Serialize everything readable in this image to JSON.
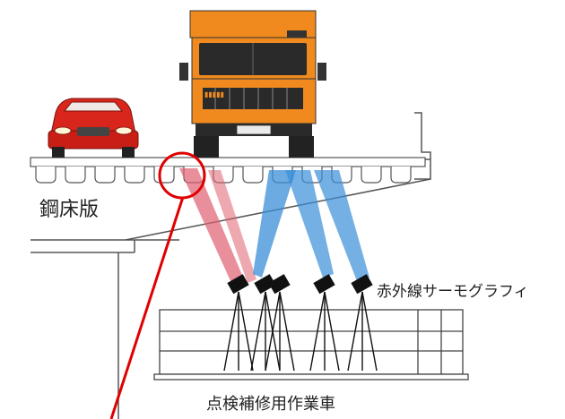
{
  "labels": {
    "steel_deck": "鋼床版",
    "thermography": "赤外線サーモグラフィ",
    "vehicle": "点検補修用作業車"
  },
  "truck": {
    "plate": "▮▮▮▮▮"
  },
  "colors": {
    "truck_body": "#f08a1e",
    "truck_dark": "#2a2a2a",
    "car_body": "#d9261c",
    "deck": "#ffffff",
    "outline": "#333333",
    "beam_red": "#e06070",
    "beam_blue": "#3a8fd8",
    "callout": "#e00000"
  }
}
